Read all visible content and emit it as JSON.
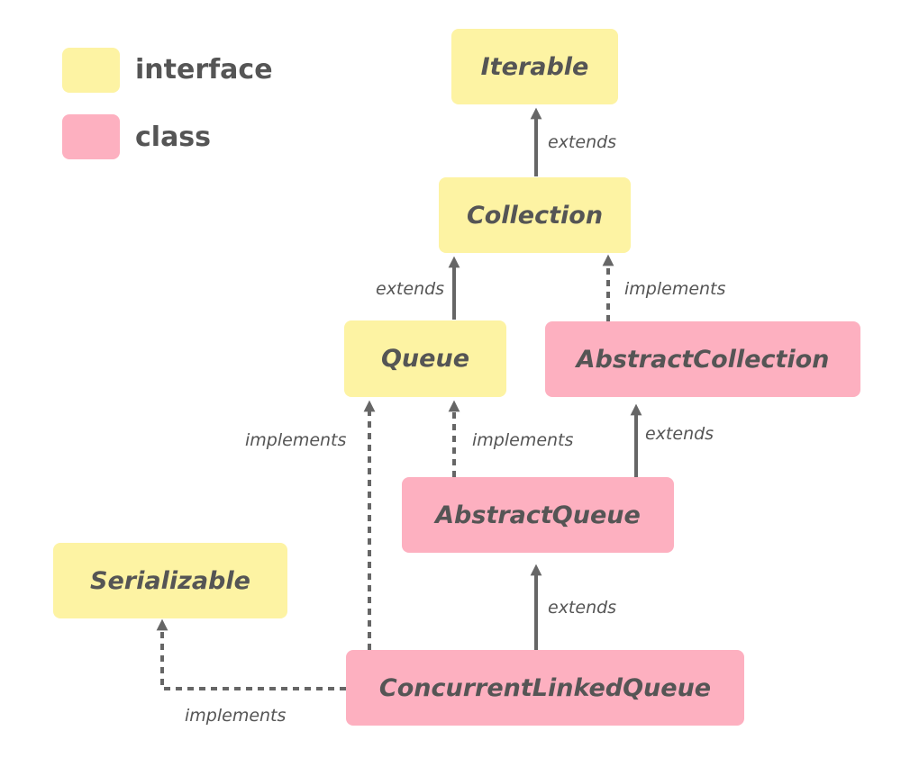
{
  "legend": {
    "interface_label": "interface",
    "class_label": "class"
  },
  "nodes": {
    "iterable": "Iterable",
    "collection": "Collection",
    "queue": "Queue",
    "abstract_collection": "AbstractCollection",
    "abstract_queue": "AbstractQueue",
    "serializable": "Serializable",
    "concurrent_linked_queue": "ConcurrentLinkedQueue"
  },
  "relations": {
    "collection_iterable": "extends",
    "queue_collection": "extends",
    "abstractcollection_collection": "implements",
    "clq_queue": "implements",
    "abstractqueue_queue": "implements",
    "abstractqueue_abstractcollection": "extends",
    "clq_abstractqueue": "extends",
    "clq_serializable": "implements"
  },
  "colors": {
    "interface": "#fdf3a3",
    "class": "#fdb0c0",
    "text": "#555555",
    "edge": "#666666"
  }
}
